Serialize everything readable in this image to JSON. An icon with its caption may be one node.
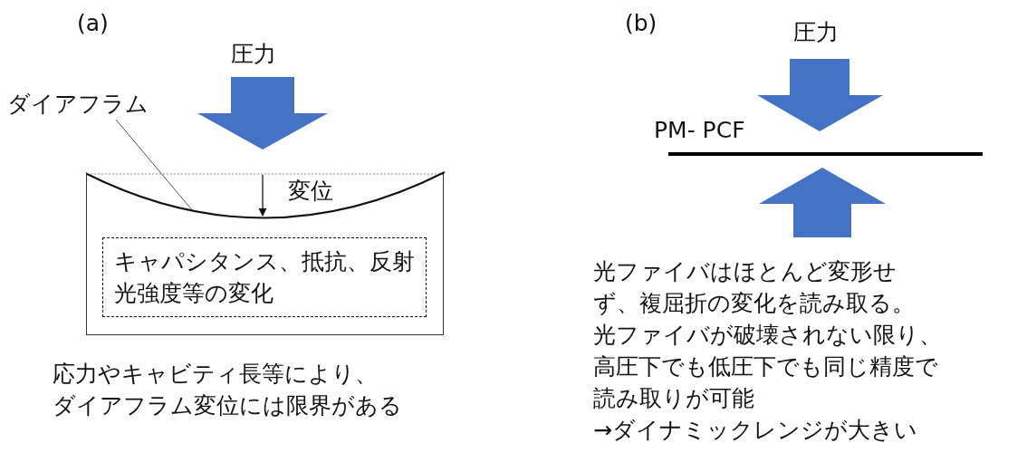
{
  "diagram": {
    "nodes": [
      {
        "text": [
          "ダイアフラム"
        ]
      },
      {
        "text": [],
        "shape": "box"
      },
      {
        "text": [],
        "shape": "curve",
        "in": 1
      },
      {
        "text": [
          "キャパシタンス、抵抗、反射光強度等の変化"
        ],
        "in": 1
      }
    ],
    "edges": [
      {
        "from": 0,
        "to": 2,
        "arrow": "none"
      }
    ],
    "labels": [
      "(a)",
      "圧力",
      "変位",
      "応力やキャビティ長等により、ダイアフラム変位には限界がある",
      "(b)",
      "圧力",
      "PM- PCF",
      "光ファイバはほとんど変形せず、複屈折の変化を読み取る。",
      "光ファイバが破壊されない限り、高圧下でも低圧下でも同じ精度で読み取りが可能",
      "→ダイナミックレンジが大きい"
    ]
  }
}
